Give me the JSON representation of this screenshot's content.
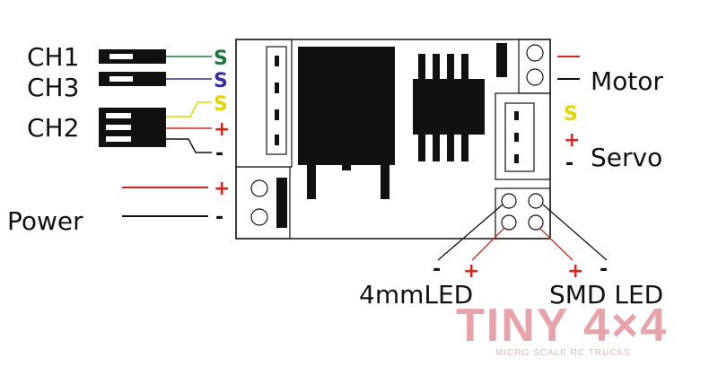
{
  "colors": {
    "green": "#1a7a3c",
    "blue": "#3a2fa0",
    "yellow": "#e6d400",
    "red": "#d9261c",
    "black": "#111111"
  },
  "channels": [
    {
      "label": "CH1",
      "pin": "S"
    },
    {
      "label": "CH3",
      "pin": "S"
    },
    {
      "label": "CH2",
      "pins": [
        "S",
        "+",
        "-"
      ]
    }
  ],
  "power": {
    "label": "Power",
    "pins": [
      "+",
      "-"
    ]
  },
  "motor": {
    "label": "Motor"
  },
  "servo": {
    "label": "Servo",
    "pins": [
      "S",
      "+",
      "-"
    ]
  },
  "led_4mm": {
    "label": "4mmLED",
    "pins": [
      "-",
      "+"
    ]
  },
  "led_smd": {
    "label": "SMD LED",
    "pins": [
      "+",
      "-"
    ]
  },
  "logo": {
    "name": "TINY 4×4",
    "tagline": "MICRO SCALE RC TRUCKS"
  }
}
